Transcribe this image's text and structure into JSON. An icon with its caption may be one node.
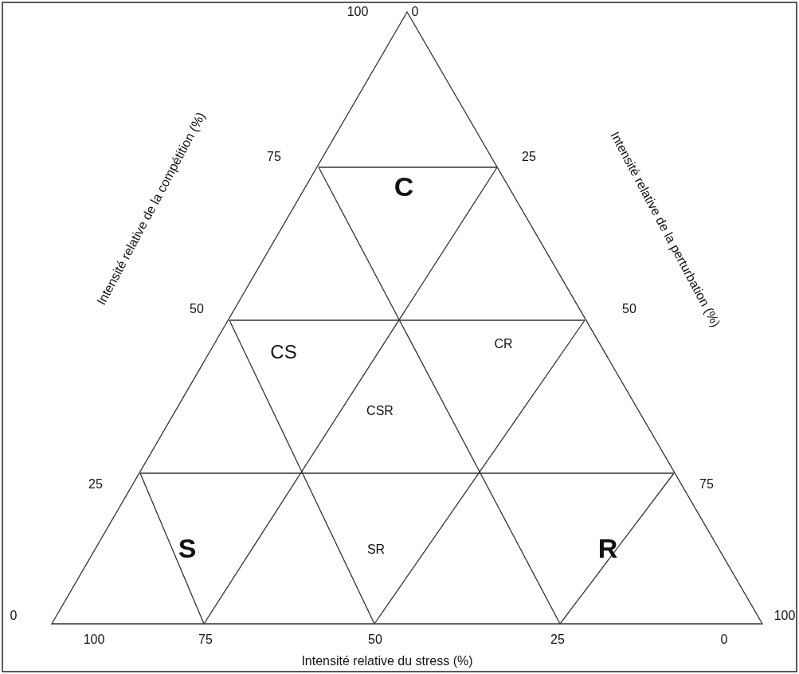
{
  "diagram": {
    "labels": [
      "100",
      "0",
      "75",
      "C",
      "25",
      "Intensité relative de la compétition (%)",
      "Intensité relative de la perturbation (%)",
      "50",
      "50",
      "CS",
      "CR",
      "CSR",
      "25",
      "75",
      "S",
      "SR",
      "R",
      "0",
      "100",
      "100",
      "75",
      "50",
      "25",
      "0",
      "Intensité relative du stress (%)"
    ]
  }
}
